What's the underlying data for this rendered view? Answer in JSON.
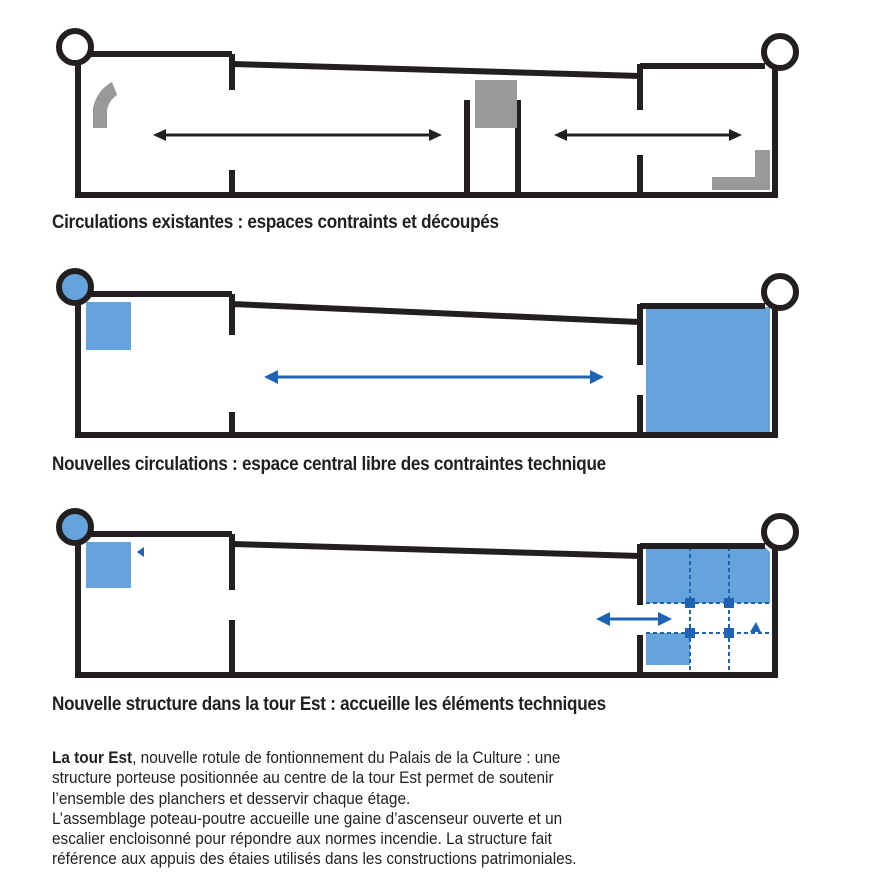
{
  "diagrams": [
    {
      "caption": "Circulations existantes : espaces contraints et découpés"
    },
    {
      "caption": "Nouvelles circulations : espace central libre des contraintes technique"
    },
    {
      "caption": "Nouvelle structure dans la tour Est : accueille les éléments techniques"
    }
  ],
  "description": {
    "lead": "La tour Est",
    "line1": ", nouvelle rotule de fontionnement du Palais de la Culture : une",
    "line2": "structure porteuse positionnée au centre de la tour Est permet de soutenir",
    "line3": "l’ensemble des planchers et desservir chaque étage.",
    "line4": "L’assemblage poteau-poutre accueille une gaine d’ascenseur ouverte et un",
    "line5": "escalier encloisonné pour répondre aux normes incendie. La structure fait",
    "line6": "référence aux appuis des étaies utilisés dans les constructions patrimoniales."
  },
  "colors": {
    "wall": "#231f20",
    "blue": "#64a3db",
    "blue_dark": "#1f64b4",
    "gray": "#999999"
  }
}
